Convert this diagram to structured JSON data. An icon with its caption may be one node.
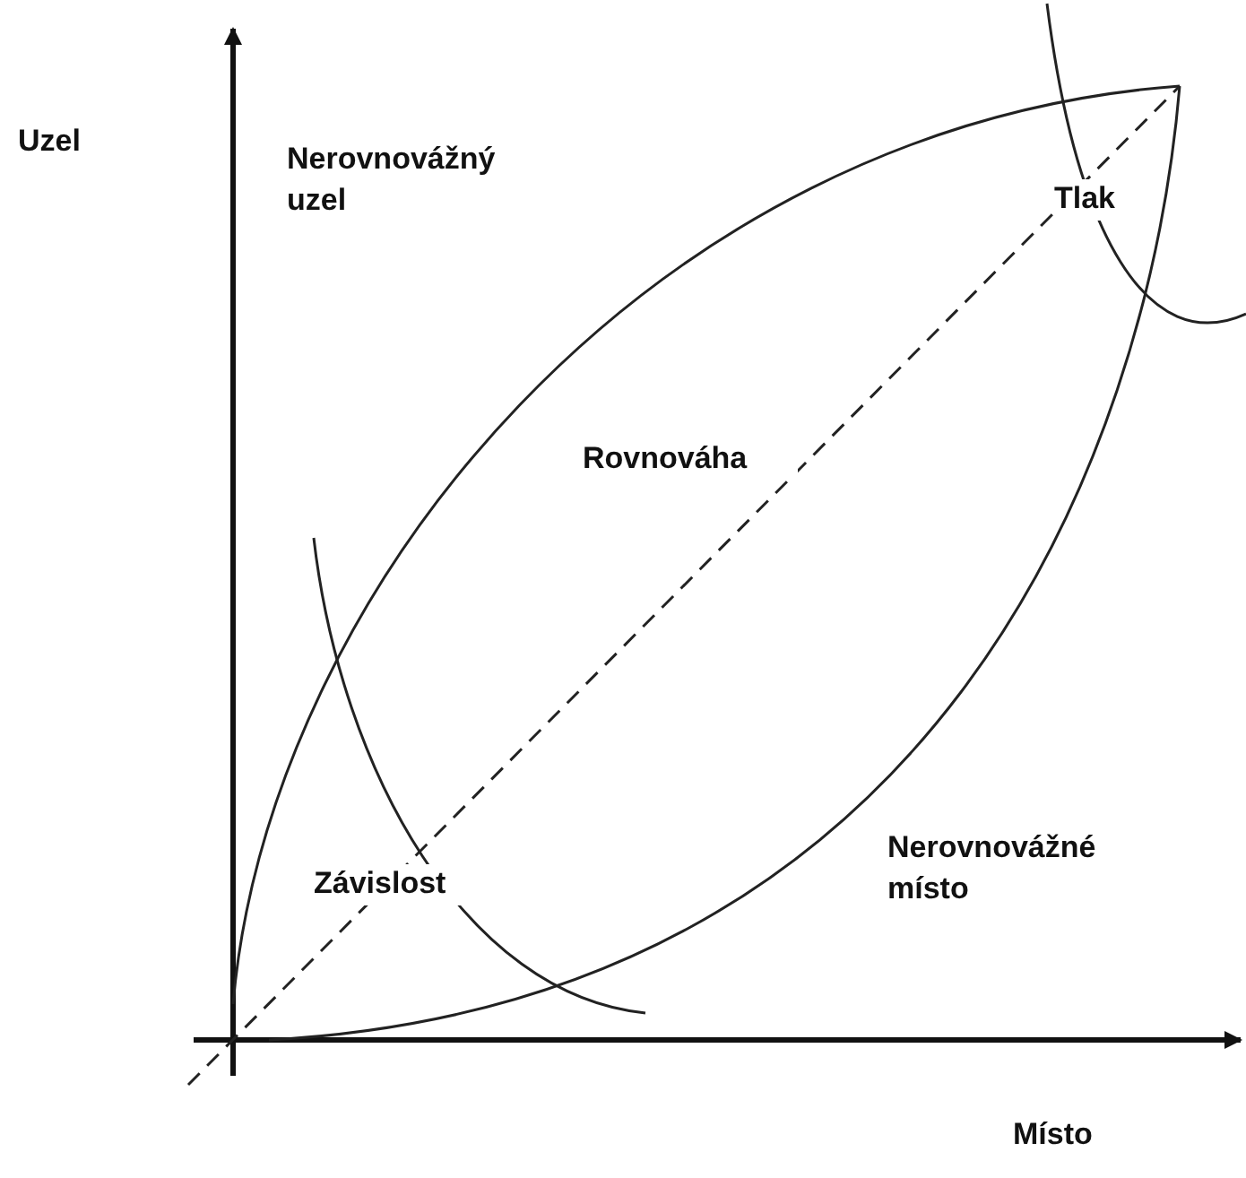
{
  "diagram": {
    "labels": [
      "Uzel",
      "Nerovnovážný uzel",
      "Tlak",
      "Rovnováha",
      "Závislost",
      "Nerovnovážné místo",
      "Místo"
    ]
  }
}
